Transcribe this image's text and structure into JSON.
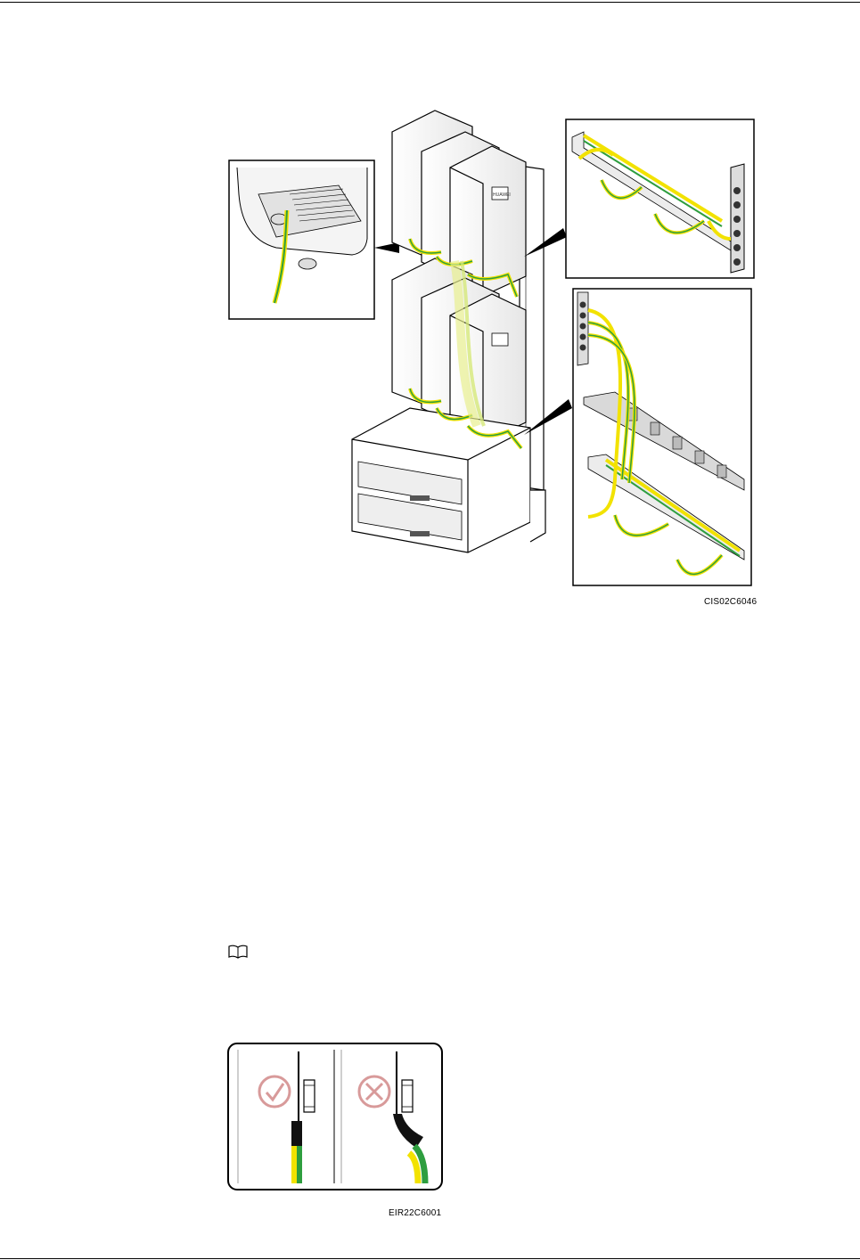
{
  "figures": [
    {
      "id": "fig-ground-cable-routing",
      "caption": "CIS02C6046",
      "brand_label": "HUAWEI"
    },
    {
      "id": "fig-cable-bend-correct-incorrect",
      "caption": "EIR22C6001"
    }
  ],
  "note_icon": "book-note-icon",
  "colors": {
    "cable_green": "#2e9e3f",
    "cable_yellow": "#f2e200",
    "line": "#000000"
  }
}
